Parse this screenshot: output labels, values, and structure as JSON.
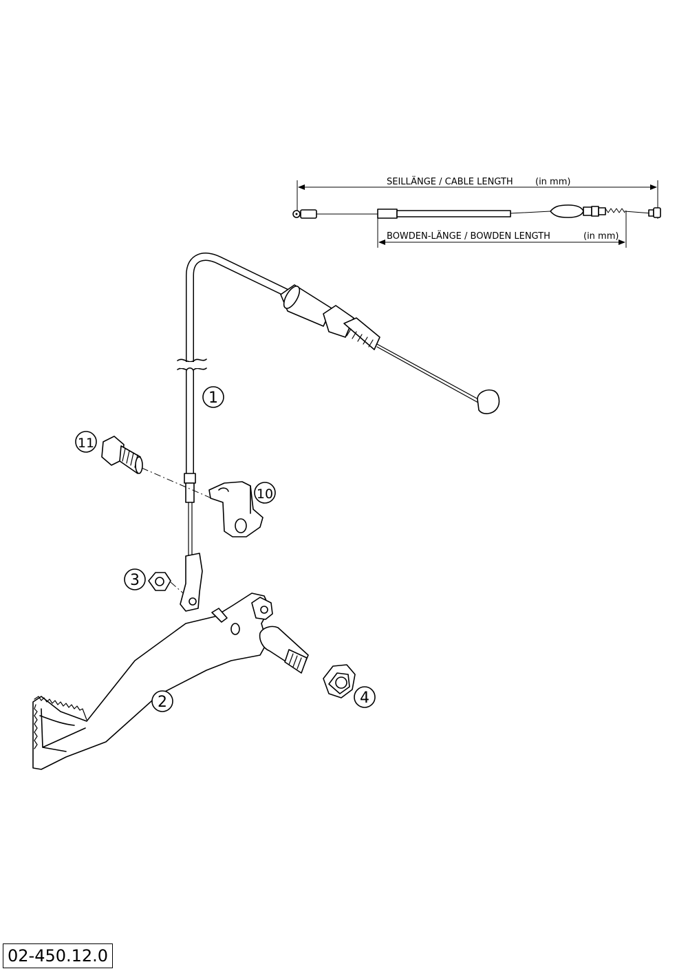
{
  "dimensions": {
    "cable_length_label": "SEILLÄNGE / CABLE LENGTH",
    "cable_length_unit": "(in mm)",
    "bowden_length_label": "BOWDEN-LÄNGE / BOWDEN LENGTH",
    "bowden_length_unit": "(in mm)"
  },
  "callouts": {
    "c1": "1",
    "c2": "2",
    "c3": "3",
    "c4": "4",
    "c10": "10",
    "c11": "11"
  },
  "drawing_number": "02-450.12.0"
}
